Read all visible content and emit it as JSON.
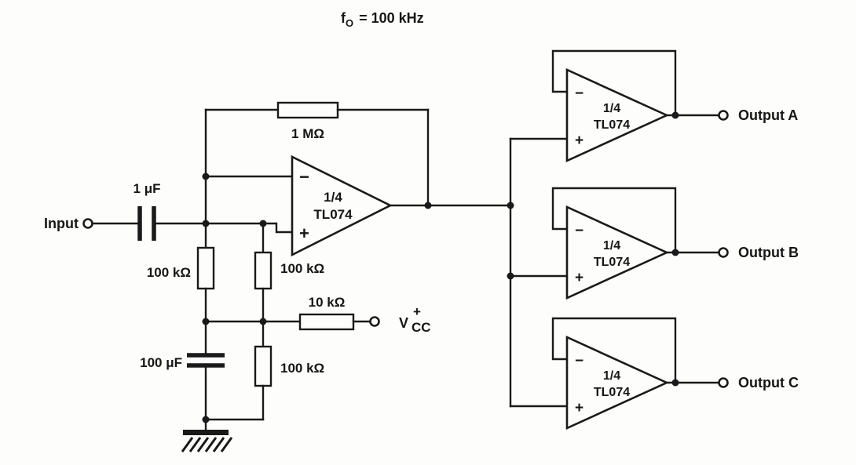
{
  "title": {
    "f": "f",
    "sub": "O",
    "eq": "= 100 kHz"
  },
  "input": {
    "label": "Input"
  },
  "components": {
    "c_in": "1 μF",
    "r_fb": "1 MΩ",
    "r_in_left": "100 kΩ",
    "r_in_right": "100 kΩ",
    "r_vcc": "10 kΩ",
    "c_bias": "100 μF",
    "r_gnd": "100 kΩ"
  },
  "supply": {
    "v": "V",
    "plus": "+",
    "cc": "CC"
  },
  "opamp": {
    "fraction": "1/4",
    "part": "TL074",
    "minus": "−",
    "plus": "+"
  },
  "outputs": {
    "a": "Output A",
    "b": "Output B",
    "c": "Output C"
  },
  "colors": {
    "ink": "#1a1a1a",
    "background": "#fdfdfb"
  }
}
